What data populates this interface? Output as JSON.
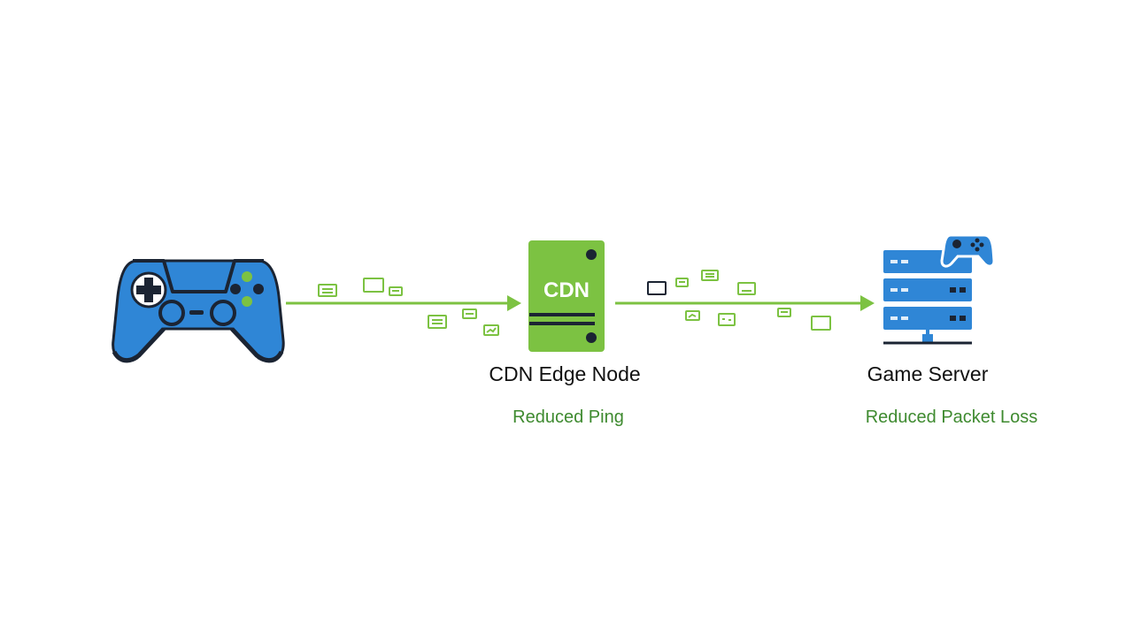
{
  "colors": {
    "controller_blue": "#2f86d6",
    "controller_dark": "#1b2433",
    "cdn_green": "#7cc242",
    "arrow_green": "#7cc242",
    "packet_green": "#7cc242",
    "sublabel_green": "#3e8a2f",
    "label_dark": "#111111",
    "server_blue": "#2f86d6",
    "server_dark": "#1b2433"
  },
  "icons": {
    "client": "gamepad-icon",
    "edge": "cdn-box-icon",
    "server": "server-rack-icon",
    "server_badge": "gamepad-icon",
    "packets": "data-packet-icon"
  },
  "cdn_box": {
    "text": "CDN"
  },
  "nodes": {
    "edge": {
      "label": "CDN Edge Node",
      "sublabel": "Reduced Ping"
    },
    "server": {
      "label": "Game Server",
      "sublabel": "Reduced Packet Loss"
    }
  }
}
